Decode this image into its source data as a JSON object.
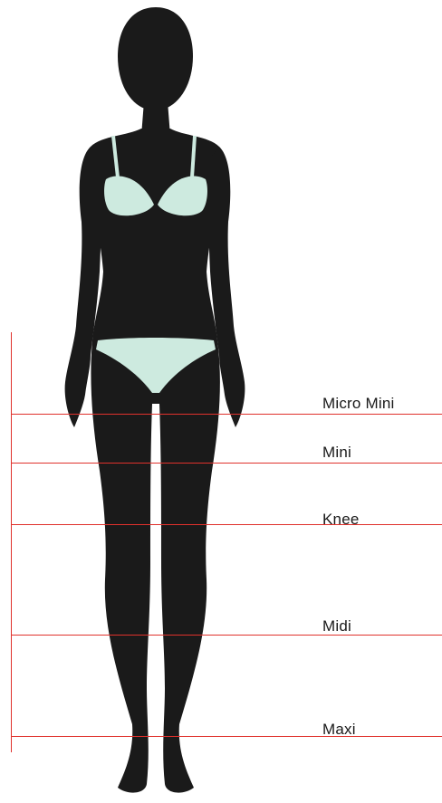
{
  "diagram": {
    "silhouette_color": "#1a1a1a",
    "garment_color": "#cdeadf",
    "line_color": "#e0312c",
    "levels": [
      {
        "id": "micro-mini",
        "label": "Micro Mini"
      },
      {
        "id": "mini",
        "label": "Mini"
      },
      {
        "id": "knee",
        "label": "Knee"
      },
      {
        "id": "midi",
        "label": "Midi"
      },
      {
        "id": "maxi",
        "label": "Maxi"
      }
    ]
  }
}
